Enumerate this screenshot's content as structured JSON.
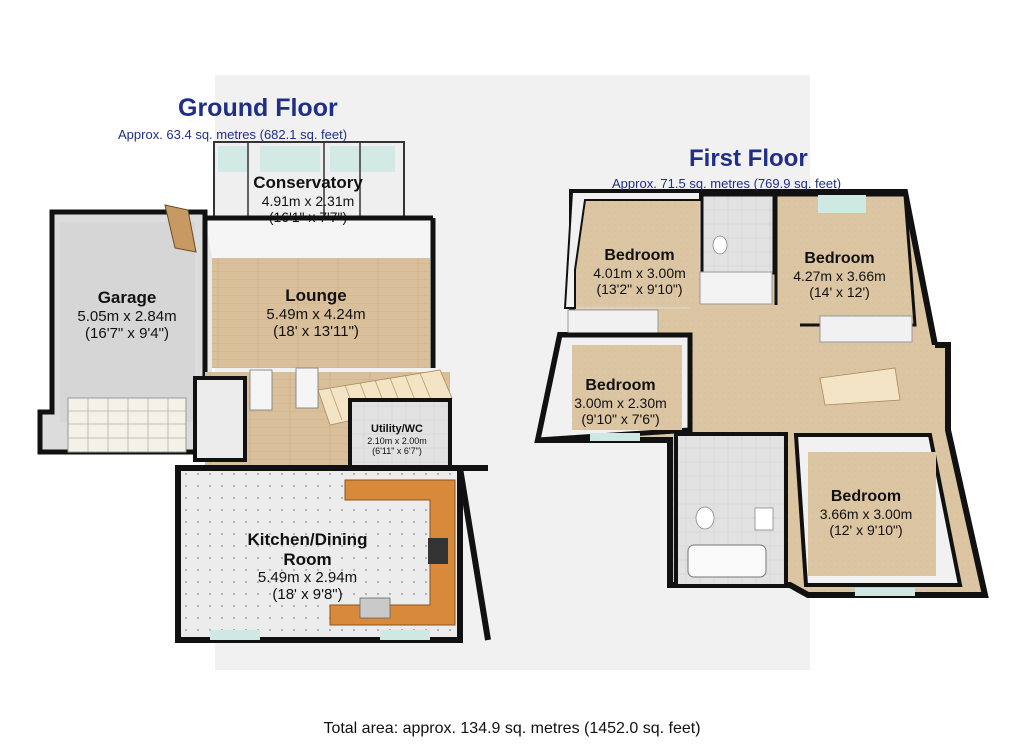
{
  "ground_floor": {
    "title": "Ground Floor",
    "area": "Approx. 63.4 sq. metres (682.1 sq. feet)",
    "rooms": [
      {
        "name": "Conservatory",
        "metric": "4.91m x 2.31m",
        "imperial": "(16'1\" x 7'7\")"
      },
      {
        "name": "Garage",
        "metric": "5.05m x 2.84m",
        "imperial": "(16'7\" x 9'4\")"
      },
      {
        "name": "Lounge",
        "metric": "5.49m x 4.24m",
        "imperial": "(18' x 13'11\")"
      },
      {
        "name": "Utility/WC",
        "metric": "2.10m x 2.00m",
        "imperial": "(6'11\" x 6'7\")"
      },
      {
        "name": "Kitchen/Dining",
        "name2": "Room",
        "metric": "5.49m x 2.94m",
        "imperial": "(18' x 9'8\")"
      }
    ]
  },
  "first_floor": {
    "title": "First Floor",
    "area": "Approx. 71.5 sq. metres (769.9 sq. feet)",
    "rooms": [
      {
        "name": "Bedroom",
        "metric": "4.01m x 3.00m",
        "imperial": "(13'2\" x 9'10\")"
      },
      {
        "name": "Bedroom",
        "metric": "4.27m x 3.66m",
        "imperial": "(14' x 12')"
      },
      {
        "name": "Bedroom",
        "metric": "3.00m x 2.30m",
        "imperial": "(9'10\" x 7'6\")"
      },
      {
        "name": "Bedroom",
        "metric": "3.66m x 3.00m",
        "imperial": "(12' x 9'10\")"
      }
    ]
  },
  "total_area": "Total area: approx. 134.9 sq. metres (1452.0 sq. feet)",
  "colors": {
    "title_blue": "#1f2f86",
    "wall": "#111111",
    "wood_floor": "#d9c09a",
    "tile_floor": "#e9e9e9",
    "worktop": "#d88a3a",
    "background_panel": "#f1f1f1"
  }
}
